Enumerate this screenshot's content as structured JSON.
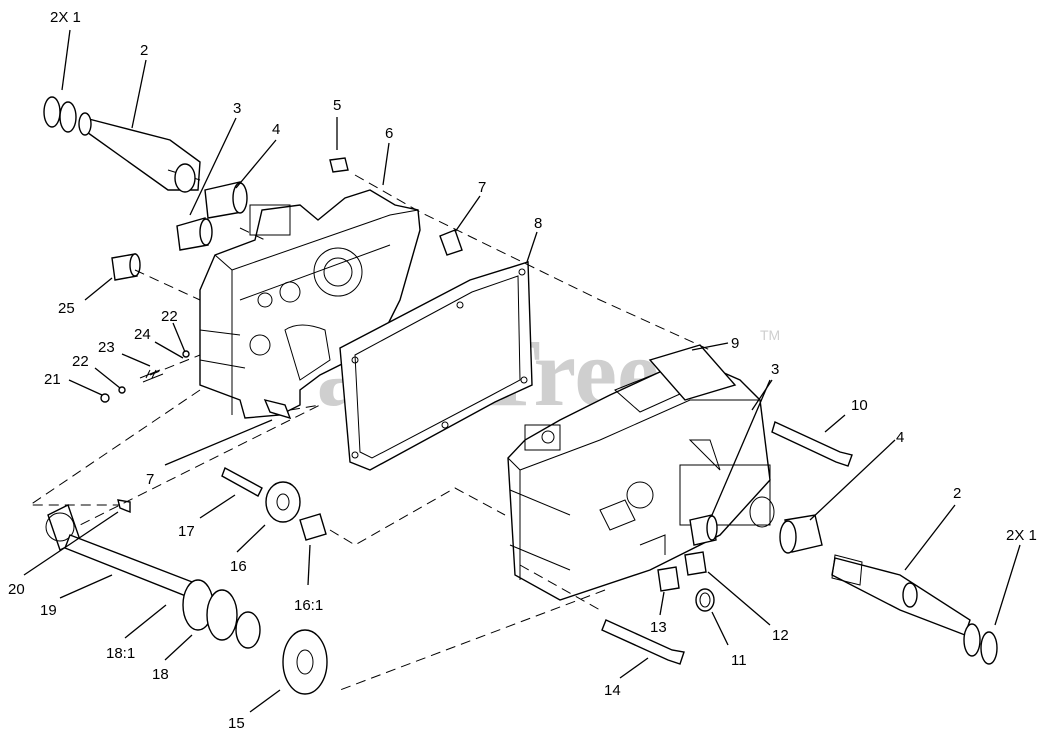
{
  "watermark": {
    "text": "PartsTree",
    "mark": "TM"
  },
  "callouts": {
    "c2x1_left": "2X 1",
    "c2_left": "2",
    "c3_left": "3",
    "c4_left": "4",
    "c5": "5",
    "c6": "6",
    "c7_top": "7",
    "c8": "8",
    "c25": "25",
    "c22_top": "22",
    "c24": "24",
    "c23": "23",
    "c22_bot": "22",
    "c21": "21",
    "c9": "9",
    "c3_right": "3",
    "c10": "10",
    "c4_right": "4",
    "c2_right": "2",
    "c2x1_right": "2X 1",
    "c7_bot": "7",
    "c17": "17",
    "c16": "16",
    "c16_1": "16:1",
    "c20": "20",
    "c19": "19",
    "c18_1": "18:1",
    "c18": "18",
    "c15": "15",
    "c13": "13",
    "c12": "12",
    "c11": "11",
    "c14": "14"
  }
}
